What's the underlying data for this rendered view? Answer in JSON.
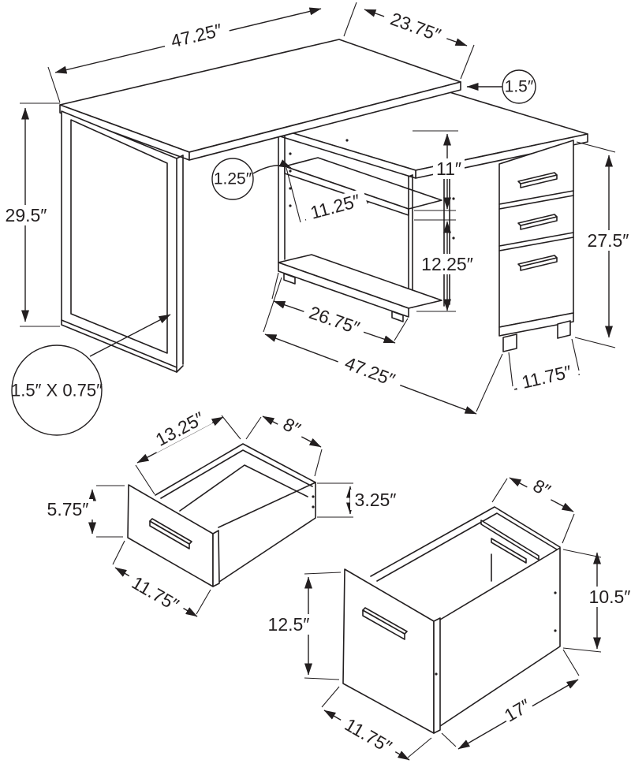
{
  "style": {
    "line_color": "#231f20",
    "background": "#ffffff",
    "unit": "inches"
  },
  "assembled": {
    "top_width": "47.25″",
    "top_depth": "23.75″",
    "top_thickness": "1.5″",
    "overall_height": "29.5″",
    "shelf_thickness": "1.25″",
    "shelf_depth": "11.25″",
    "upper_cubby_height": "11″",
    "lower_cubby_height": "12.25″",
    "shelf_section_width": "26.75″",
    "return_length": "47.25″",
    "cabinet_height": "27.5″",
    "cabinet_width": "11.75″",
    "leg_profile": "1.5″ X 0.75″"
  },
  "small_drawer": {
    "inner_width": "13.25″",
    "inner_depth": "8″",
    "front_height": "5.75″",
    "side_height": "3.25″",
    "front_width": "11.75″"
  },
  "file_drawer": {
    "inner_depth": "8″",
    "side_height": "10.5″",
    "front_height": "12.5″",
    "front_width": "11.75″",
    "inner_width": "17″"
  }
}
